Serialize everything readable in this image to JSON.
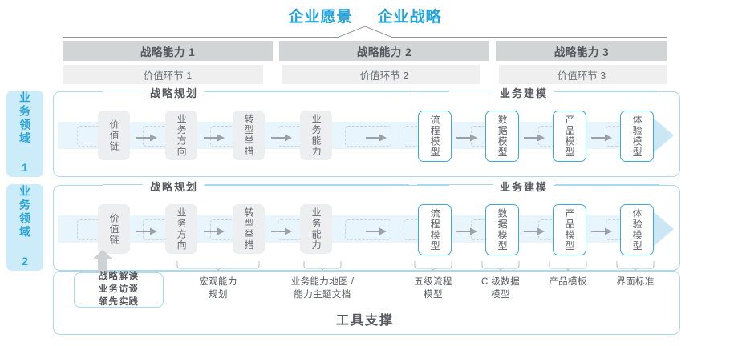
{
  "header": {
    "title_left": "企业愿景",
    "title_right": "企业战略"
  },
  "capabilities": [
    {
      "label": "战略能力 1"
    },
    {
      "label": "战略能力 2"
    },
    {
      "label": "战略能力 3"
    }
  ],
  "value_chain": [
    {
      "label": "价值环节 1"
    },
    {
      "label": "价值环节 2"
    },
    {
      "label": "价值环节 3"
    }
  ],
  "domains": [
    {
      "label": "业务领域 1"
    },
    {
      "label": "业务领域 2"
    }
  ],
  "sections": {
    "planning": "战略规划",
    "modeling": "业务建模"
  },
  "nodes": [
    {
      "label": "价值链",
      "style": "gray"
    },
    {
      "label": "业务方向",
      "style": "gray"
    },
    {
      "label": "转型举措",
      "style": "gray"
    },
    {
      "label": "业务能力",
      "style": "gray"
    },
    {
      "label": "流程模型",
      "style": "blue"
    },
    {
      "label": "数据模型",
      "style": "blue"
    },
    {
      "label": "产品模型",
      "style": "blue"
    },
    {
      "label": "体验模型",
      "style": "blue"
    }
  ],
  "tools": {
    "callout": "战略解读\n业务访谈\n领先实践",
    "callout_lines": [
      "战略解读",
      "业务访谈",
      "领先实践"
    ],
    "captions": [
      {
        "lines": [
          "宏观能力",
          "规划"
        ]
      },
      {
        "lines": [
          "业务能力地图 /",
          "能力主题文档"
        ]
      },
      {
        "lines": [
          "五级流程",
          "模型"
        ]
      },
      {
        "lines": [
          "C 级数据",
          "模型"
        ]
      },
      {
        "lines": [
          "产品模板"
        ]
      },
      {
        "lines": [
          "界面标准"
        ]
      }
    ],
    "title": "工具支撑"
  },
  "colors": {
    "accent_blue": "#23a3dd",
    "light_blue_fill": "#cdecf9",
    "flow_strip": "#e9f5fc",
    "bar_dark_gray": "#d2d5d6",
    "bar_light_gray": "#efefef",
    "node_gray": "#edeeef",
    "text_gray": "#55595e"
  }
}
